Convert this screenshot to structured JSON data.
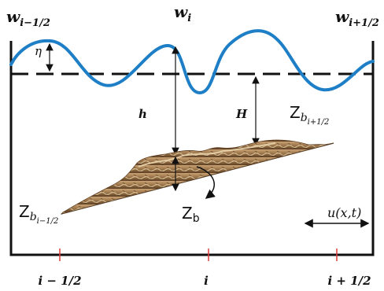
{
  "labels": {
    "w_left": "w",
    "w_left_sub": "i−1/2",
    "w_mid": "w",
    "w_mid_sub": "i",
    "w_right": "w",
    "w_right_sub": "i+1/2",
    "eta": "η",
    "h": "h",
    "H": "H",
    "zb_right": "Z",
    "zb_right_sub_main": "b",
    "zb_right_sub_sub": "i+1/2",
    "zb_left": "Z",
    "zb_left_sub_main": "b",
    "zb_left_sub_sub": "i−1/2",
    "zb_mid": "Z",
    "zb_mid_sub": "b",
    "velocity": "u(x,t)",
    "axis_left": "i − 1/2",
    "axis_mid": "i",
    "axis_right": "i + 1/2"
  },
  "colors": {
    "water_surface": "#1f7fc6",
    "tick": "#e03a3a",
    "sediment": "#a07a4e",
    "sediment_light": "#d9bd93",
    "sediment_dark": "#6b4a2b",
    "line": "#111111"
  }
}
